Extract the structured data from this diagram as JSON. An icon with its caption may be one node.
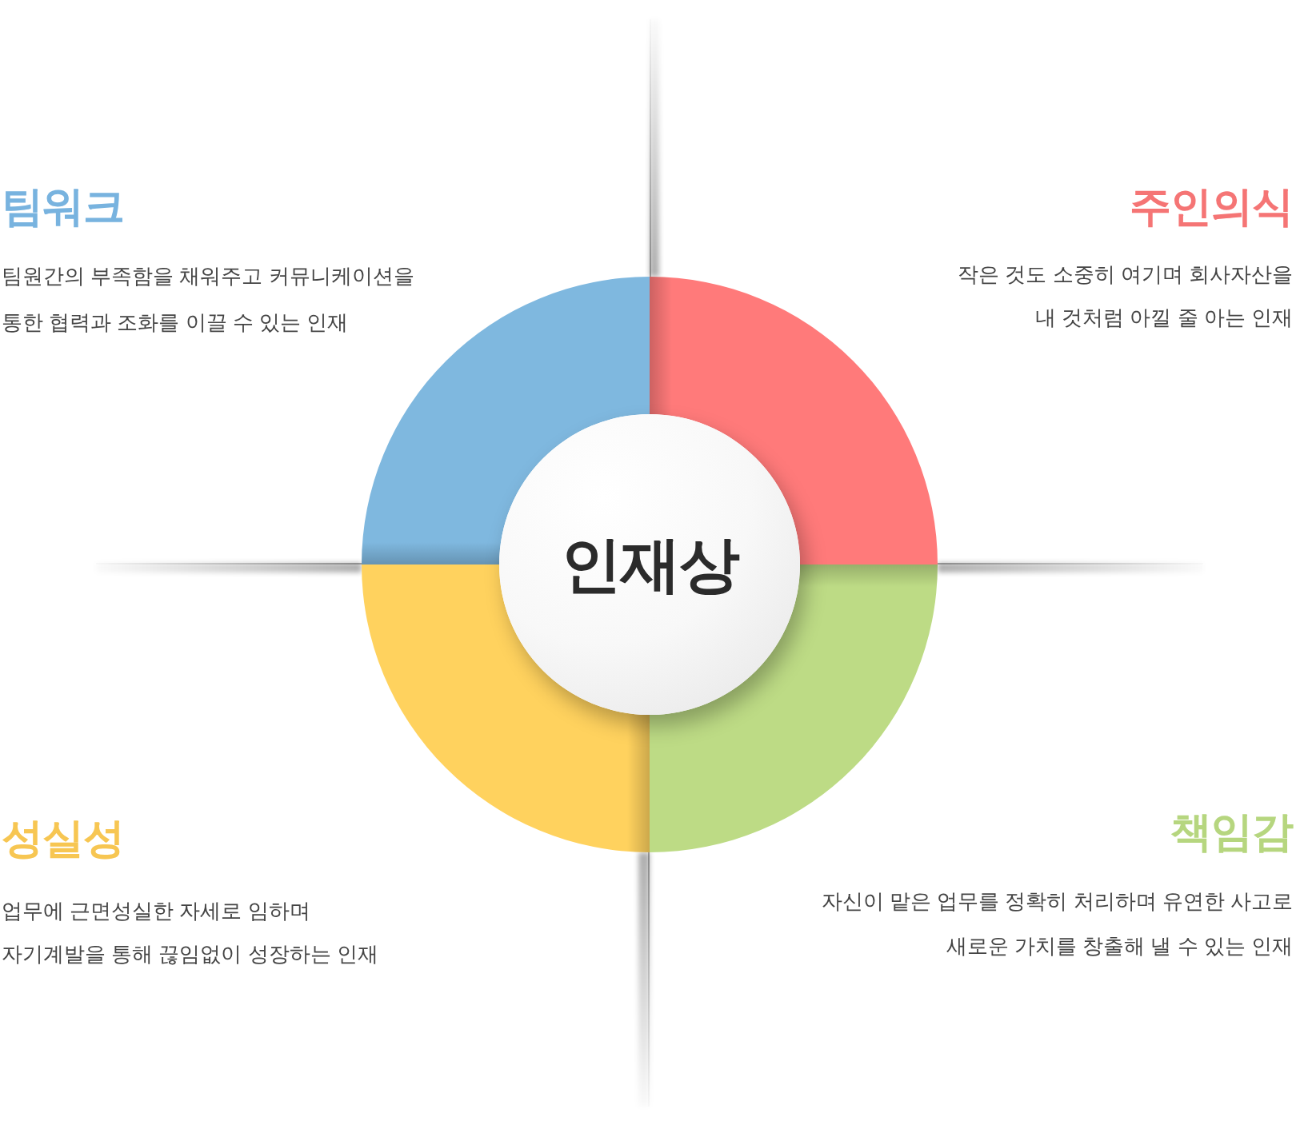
{
  "diagram": {
    "nodes": [
      {
        "text": [],
        "shape": "sector",
        "beside": [
          "팀워크",
          "팀원간의 부족함을 채워주고 커뮤니케이션을 통한 협력과 조화를 이끌 수 있는 인재"
        ]
      },
      {
        "text": [],
        "shape": "sector",
        "beside": [
          "주인의식",
          "작은 것도 소중히 여기며 회사자산을 내 것처럼 아낄 줄 아는 인재"
        ]
      },
      {
        "text": [
          "인재상"
        ]
      },
      {
        "text": [],
        "shape": "sector",
        "beside": [
          "성실성",
          "업무에 근면성실한 자세로 임하며 자기계발을 통해 끊임없이 성장하는 인재"
        ]
      },
      {
        "text": [],
        "shape": "sector",
        "beside": [
          "책임감",
          "자신이 맡은 업무를 정확히 처리하며 유연한 사고로 새로운 가치를 창출해 낼 수 있는 인재"
        ]
      }
    ]
  }
}
